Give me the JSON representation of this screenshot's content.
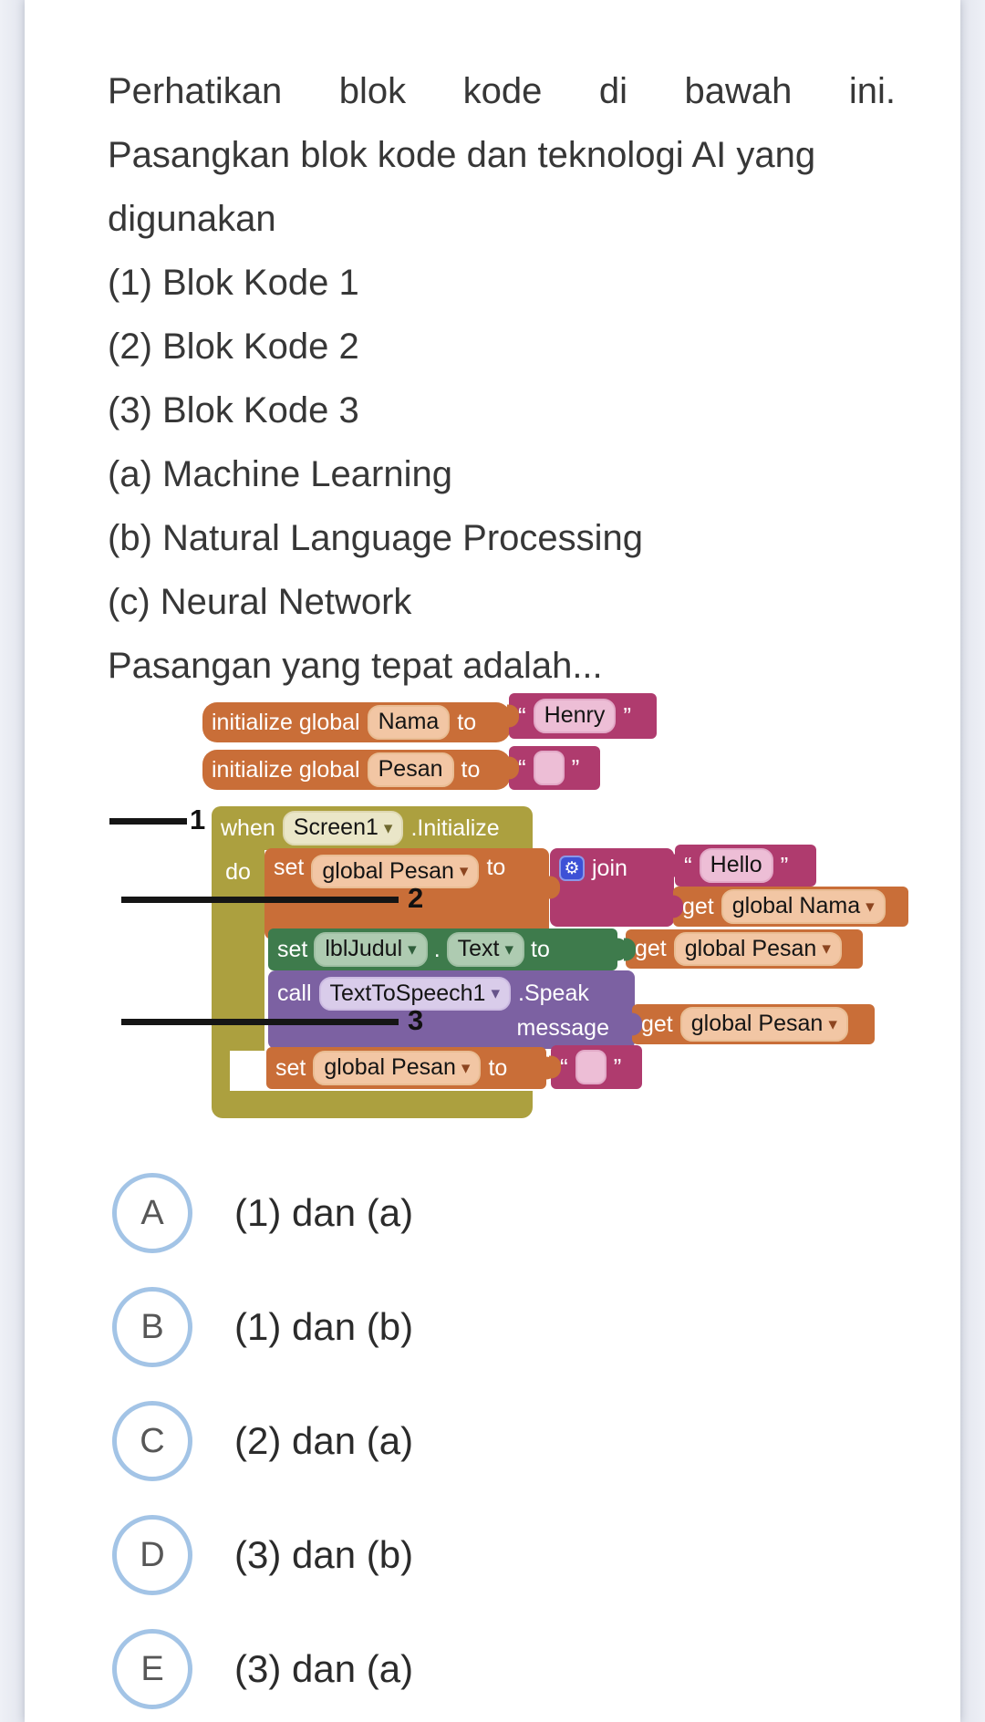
{
  "question": {
    "lines": [
      "Perhatikan blok kode di bawah ini.",
      "Pasangkan blok kode dan teknologi AI yang",
      "digunakan",
      "(1) Blok Kode 1",
      "(2) Blok Kode 2",
      "(3) Blok Kode 3",
      "(a) Machine Learning",
      "(b) Natural Language Processing",
      "(c) Neural Network",
      "Pasangan yang tepat adalah..."
    ]
  },
  "figure": {
    "markers": {
      "m1": "1",
      "m2": "2",
      "m3": "3"
    },
    "init_nama": {
      "kw": "initialize global",
      "var": "Nama",
      "to": "to"
    },
    "init_pesan": {
      "kw": "initialize global",
      "var": "Pesan",
      "to": "to"
    },
    "str_henry": {
      "value": "Henry"
    },
    "str_hello": {
      "value": "Hello"
    },
    "when": {
      "kw": "when",
      "component": "Screen1",
      "event": ".Initialize",
      "do_label": "do"
    },
    "set_pesan1": {
      "kw": "set",
      "var": "global Pesan",
      "to": "to"
    },
    "join": {
      "label": "join"
    },
    "get_nama": {
      "kw": "get",
      "var": "global Nama"
    },
    "set_lbl": {
      "kw": "set",
      "component": "lblJudul",
      "dot": ".",
      "prop": "Text",
      "to": "to"
    },
    "get_pesan1": {
      "kw": "get",
      "var": "global Pesan"
    },
    "call_tts": {
      "kw": "call",
      "component": "TextToSpeech1",
      "method": ".Speak",
      "param": "message"
    },
    "get_pesan2": {
      "kw": "get",
      "var": "global Pesan"
    },
    "set_pesan2": {
      "kw": "set",
      "var": "global Pesan",
      "to": "to"
    }
  },
  "glyphs": {
    "caret": "▾",
    "quote_open": "“",
    "quote_close": "”",
    "gear": "⚙"
  },
  "colors": {
    "block_orange": "#C96E38",
    "block_olive": "#ACA03F",
    "block_green": "#3E7B4C",
    "block_purple": "#7C61A2",
    "block_magenta": "#AF3B6E",
    "gear_blue": "#3D51D6",
    "option_ring": "#A3C4E6"
  },
  "options": [
    {
      "letter": "A",
      "text": "(1) dan (a)"
    },
    {
      "letter": "B",
      "text": "(1) dan (b)"
    },
    {
      "letter": "C",
      "text": "(2) dan (a)"
    },
    {
      "letter": "D",
      "text": "(3) dan (b)"
    },
    {
      "letter": "E",
      "text": "(3) dan (a)"
    }
  ]
}
